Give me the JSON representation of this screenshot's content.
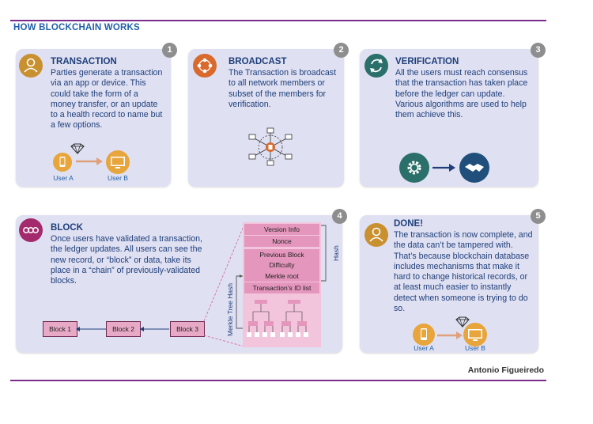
{
  "header": {
    "title": "HOW BLOCKCHAIN WORKS"
  },
  "panels": [
    {
      "num": "1",
      "title": "TRANSACTION",
      "text": "Parties generate a transaction via an app or device. This could take the form of a money transfer, or an update to a health record to name but a few options.",
      "icon": "user-icon",
      "color": "#c9902f"
    },
    {
      "num": "2",
      "title": "BROADCAST",
      "text": "The Transaction is broadcast to all network members or subset of the members for verification.",
      "icon": "network-icon",
      "color": "#d9692c"
    },
    {
      "num": "3",
      "title": "VERIFICATION",
      "text": "All the users must reach consensus that the transaction has taken place before the ledger can update. Various algorithms are used to help them achieve this.",
      "icon": "refresh-icon",
      "color": "#2a6f6a"
    },
    {
      "num": "4",
      "title": "BLOCK",
      "text": "Once users have validated a transaction, the ledger updates. All users can see the new record, or “block” or data, take its place in a “chain” of previously-validated blocks.",
      "icon": "link-icon",
      "color": "#a32a6d"
    },
    {
      "num": "5",
      "title": "DONE!",
      "text": "The transaction is now complete, and the data can’t be tampered with. That’s because blockchain database includes mechanisms that make it hard to change historical records, or at least much easier to instantly detect when someone is trying to do so.",
      "icon": "user-icon",
      "color": "#c9902f"
    }
  ],
  "transfer": {
    "user_a": "User A",
    "user_b": "User B"
  },
  "chain": {
    "blocks": [
      "Block 1",
      "Block 2",
      "Block 3"
    ]
  },
  "block_detail": {
    "header_fields": [
      "Version Info",
      "Nonce",
      "Previous Block",
      "Difficulty",
      "Merkle root"
    ],
    "tx_list": "Transaction’s ID list",
    "hash_label": "Hash",
    "merkle_label": "Merkle Tree Hash"
  },
  "colors": {
    "rule": "#7b2d8e",
    "panel": "#dfe0f2",
    "title": "#1f3f7a",
    "accent_blue": "#1f5fa8",
    "block_pink": "#e8a9c6"
  },
  "footer": {
    "author": "Antonio Figueiredo"
  }
}
